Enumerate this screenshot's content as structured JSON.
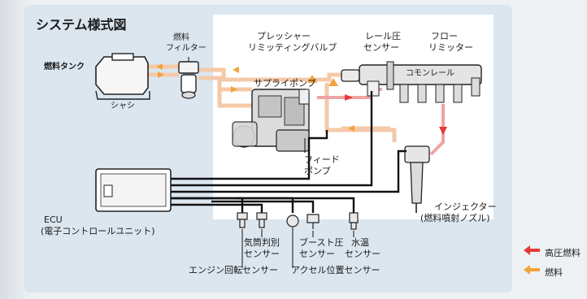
{
  "title": "システム様式図",
  "labels": {
    "fuel_tank": "燃料タンク",
    "chassis": "シャシ",
    "fuel_filter_1": "燃料",
    "fuel_filter_2": "フィルター",
    "pressure_limiter_1": "プレッシャー",
    "pressure_limiter_2": "リミッティングバルブ",
    "rail_sensor_1": "レール圧",
    "rail_sensor_2": "センサー",
    "flow_limiter_1": "フロー",
    "flow_limiter_2": "リミッター",
    "common_rail": "コモンレール",
    "supply_pump": "サプライポンプ",
    "feed_pump_1": "フィード",
    "feed_pump_2": "ポンプ",
    "ecu_1": "ECU",
    "ecu_2": "(電子コントロールユニット)",
    "injector_1": "インジェクター",
    "injector_2": "(燃料噴射ノズル)",
    "cyl_sensor_1": "気筒判別",
    "cyl_sensor_2": "センサー",
    "boost_sensor_1": "ブースト圧",
    "boost_sensor_2": "センサー",
    "water_sensor_1": "水温",
    "water_sensor_2": "センサー",
    "engine_speed_sensor": "エンジン回転センサー",
    "accel_sensor": "アクセル位置センサー"
  },
  "legend": {
    "high_pressure": "高圧燃料",
    "fuel": "燃料"
  },
  "colors": {
    "high_pressure": "#e53935",
    "fuel": "#f2a33a",
    "pipe": "#f4c9a8",
    "wire": "#111111"
  }
}
